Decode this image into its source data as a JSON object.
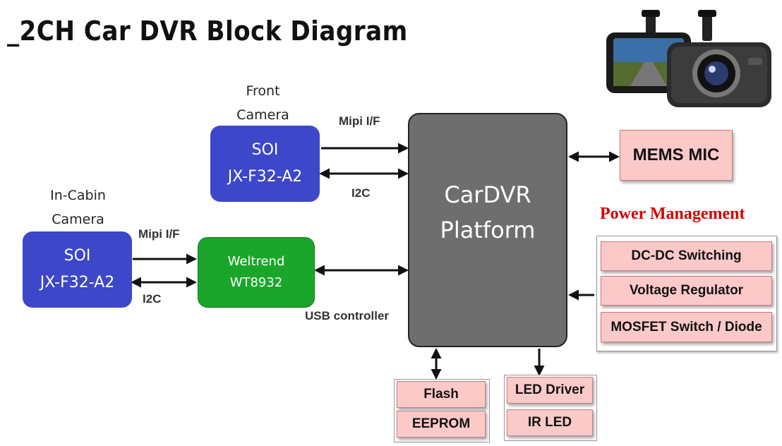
{
  "title": "_2CH Car DVR Block Diagram",
  "front_camera": {
    "label_line1": "Front",
    "label_line2": "Camera",
    "line1": "SOI",
    "line2": "JX-F32-A2"
  },
  "incabin_camera": {
    "label_line1": "In-Cabin",
    "label_line2": "Camera",
    "line1": "SOI",
    "line2": "JX-F32-A2"
  },
  "weltrend": {
    "line1": "Weltrend",
    "line2": "WT8932"
  },
  "platform": {
    "line1": "CarDVR",
    "line2": "Platform"
  },
  "interfaces": {
    "front_mipi": "Mipi I/F",
    "front_i2c": "I2C",
    "incabin_mipi": "Mipi I/F",
    "incabin_i2c": "I2C",
    "usb": "USB controller"
  },
  "mems_mic": "MEMS MIC",
  "power_management": {
    "title": "Power Management",
    "items": [
      "DC-DC Switching",
      "Voltage Regulator",
      "MOSFET Switch / Diode"
    ]
  },
  "storage": {
    "flash": "Flash",
    "eeprom": "EEPROM"
  },
  "lighting": {
    "led_driver": "LED Driver",
    "ir_led": "IR LED"
  },
  "photo": {
    "icon": "dashcam-photo"
  }
}
